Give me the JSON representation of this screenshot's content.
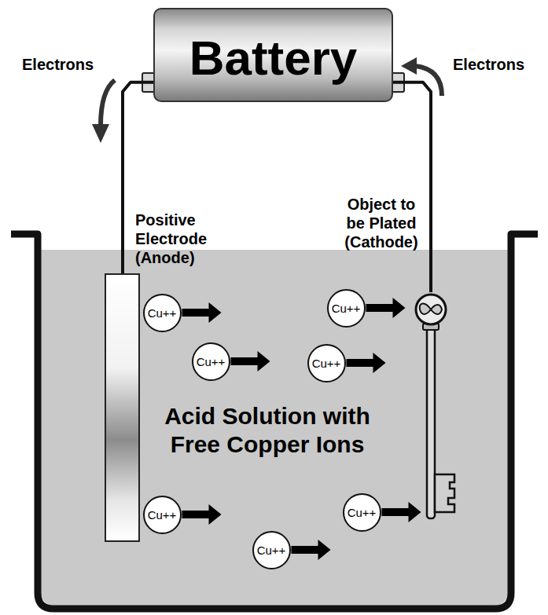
{
  "diagram": {
    "nodes": [
      {
        "text": [
          "Battery"
        ]
      },
      {
        "text": [
          "Positive Electrode (Anode)"
        ]
      },
      {
        "text": [
          "Object to be Plated (Cathode)"
        ]
      },
      {
        "text": [
          "Cu++"
        ]
      },
      {
        "text": [
          "Cu++"
        ]
      },
      {
        "text": [
          "Cu++"
        ]
      },
      {
        "text": [
          "Cu++"
        ]
      },
      {
        "text": [
          "Cu++"
        ]
      },
      {
        "text": [
          "Cu++"
        ]
      },
      {
        "text": [
          "Cu++"
        ]
      }
    ],
    "edges": [
      {
        "from": 0,
        "to": 1,
        "arrow": "none"
      },
      {
        "from": 0,
        "to": 2,
        "arrow": "none"
      }
    ],
    "labels": [
      "Electrons",
      "Electrons",
      "Acid Solution with Free Copper Ions"
    ]
  }
}
